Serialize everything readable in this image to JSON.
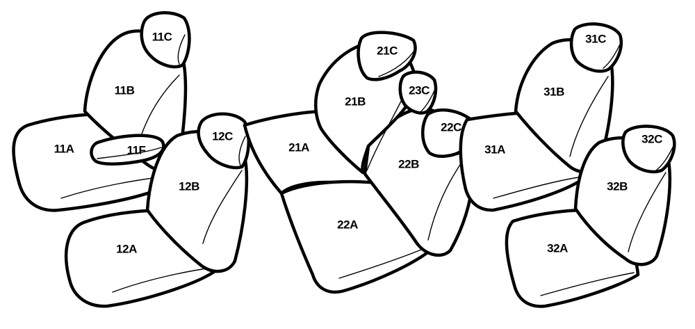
{
  "labels": {
    "l11A": "11A",
    "l11B": "11B",
    "l11C": "11C",
    "l11F": "11F",
    "l12A": "12A",
    "l12B": "12B",
    "l12C": "12C",
    "l21A": "21A",
    "l21B": "21B",
    "l21C": "21C",
    "l22A": "22A",
    "l22B": "22B",
    "l22C": "22C",
    "l23C": "23C",
    "l31A": "31A",
    "l31B": "31B",
    "l31C": "31C",
    "l32A": "32A",
    "l32B": "32B",
    "l32C": "32C"
  },
  "colors": {
    "stroke": "#000000",
    "fill": "#ffffff"
  }
}
